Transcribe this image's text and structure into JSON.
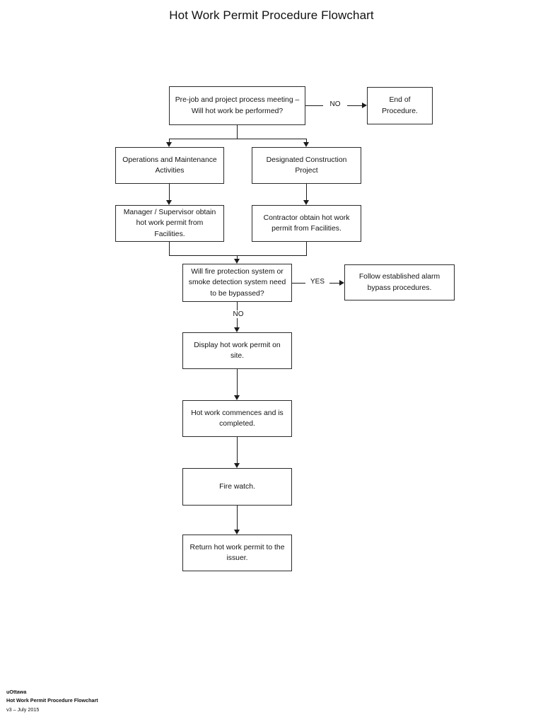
{
  "document": {
    "title": "Hot Work Permit Procedure Flowchart"
  },
  "flowchart": {
    "type": "flowchart",
    "nodes": [
      {
        "id": "n1",
        "label": "Pre-job and project process meeting – Will hot work be performed?",
        "shape": "decision-box"
      },
      {
        "id": "n2",
        "label": "End of Procedure.",
        "shape": "terminator-box"
      },
      {
        "id": "n3",
        "label": "Operations and Maintenance Activities",
        "shape": "process-box"
      },
      {
        "id": "n4",
        "label": "Designated Construction Project",
        "shape": "process-box"
      },
      {
        "id": "n5",
        "label": "Manager / Supervisor obtain hot work permit from Facilities.",
        "shape": "process-box"
      },
      {
        "id": "n6",
        "label": "Contractor obtain hot work permit from Facilities.",
        "shape": "process-box"
      },
      {
        "id": "n7",
        "label": "Will fire protection system or smoke detection system need to be bypassed?",
        "shape": "decision-box"
      },
      {
        "id": "n8",
        "label": "Follow established alarm bypass procedures.",
        "shape": "process-box"
      },
      {
        "id": "n9",
        "label": "Display hot work permit on site.",
        "shape": "process-box"
      },
      {
        "id": "n10",
        "label": "Hot work commences and is completed.",
        "shape": "process-box"
      },
      {
        "id": "n11",
        "label": "Fire watch.",
        "shape": "process-box"
      },
      {
        "id": "n12",
        "label": "Return hot work permit to the issuer.",
        "shape": "process-box"
      }
    ],
    "edges": [
      {
        "from": "n1",
        "to": "n2",
        "label": "NO"
      },
      {
        "from": "n1",
        "to": "n3",
        "label": ""
      },
      {
        "from": "n1",
        "to": "n4",
        "label": ""
      },
      {
        "from": "n3",
        "to": "n5",
        "label": ""
      },
      {
        "from": "n4",
        "to": "n6",
        "label": ""
      },
      {
        "from": "n5",
        "to": "n7",
        "label": ""
      },
      {
        "from": "n6",
        "to": "n7",
        "label": ""
      },
      {
        "from": "n7",
        "to": "n8",
        "label": "YES"
      },
      {
        "from": "n7",
        "to": "n9",
        "label": "NO"
      },
      {
        "from": "n9",
        "to": "n10",
        "label": ""
      },
      {
        "from": "n10",
        "to": "n11",
        "label": ""
      },
      {
        "from": "n11",
        "to": "n12",
        "label": ""
      }
    ],
    "edge_labels": {
      "no_top": "NO",
      "yes_bypass": "YES",
      "no_bypass": "NO"
    }
  },
  "footer": {
    "line1": "uOttawa",
    "line2": "Hot Work Permit Procedure Flowchart",
    "line3": "v3 – July 2015"
  },
  "colors": {
    "page_background": "#ffffff",
    "box_border": "#2b2b2b",
    "connector": "#1c1c1c",
    "text": "#141414"
  }
}
